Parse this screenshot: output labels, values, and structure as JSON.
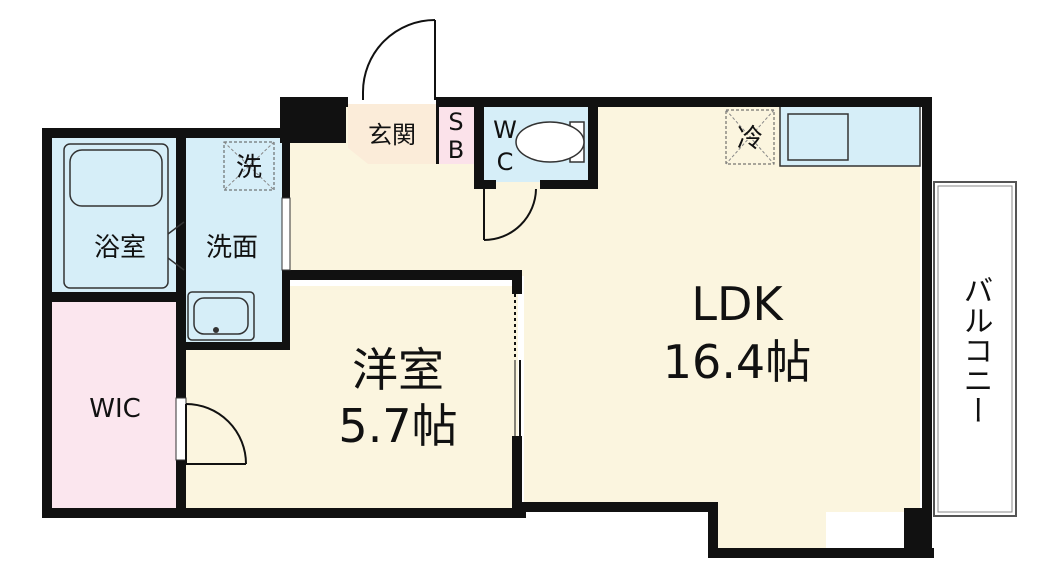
{
  "colors": {
    "wall": "#111111",
    "ldk_floor": "#fbf5df",
    "western_floor": "#fbf5df",
    "wet_area": "#d6eef8",
    "wic_floor": "#fbe6ee",
    "entrance_floor": "#fbecd9",
    "sb_floor": "#fbe2ea",
    "balcony_line": "#555555"
  },
  "rooms": {
    "ldk": {
      "name": "LDK",
      "size": "16.4帖"
    },
    "western": {
      "name": "洋室",
      "size": "5.7帖"
    },
    "wic": {
      "name": "WIC"
    },
    "bath": {
      "name": "浴室"
    },
    "washroom": {
      "name": "洗面"
    },
    "entrance": {
      "name": "玄関"
    },
    "shoe_box": {
      "line1": "S",
      "line2": "B"
    },
    "toilet": {
      "line1": "W",
      "line2": "C"
    },
    "balcony": {
      "name": "バルコニー"
    }
  },
  "fixtures": {
    "washer_mark": "洗",
    "fridge_mark": "冷"
  },
  "icons": [
    "door-swing-icon",
    "bathtub-icon",
    "toilet-icon",
    "washbasin-icon",
    "kitchen-counter-icon",
    "sliding-door-icon"
  ]
}
